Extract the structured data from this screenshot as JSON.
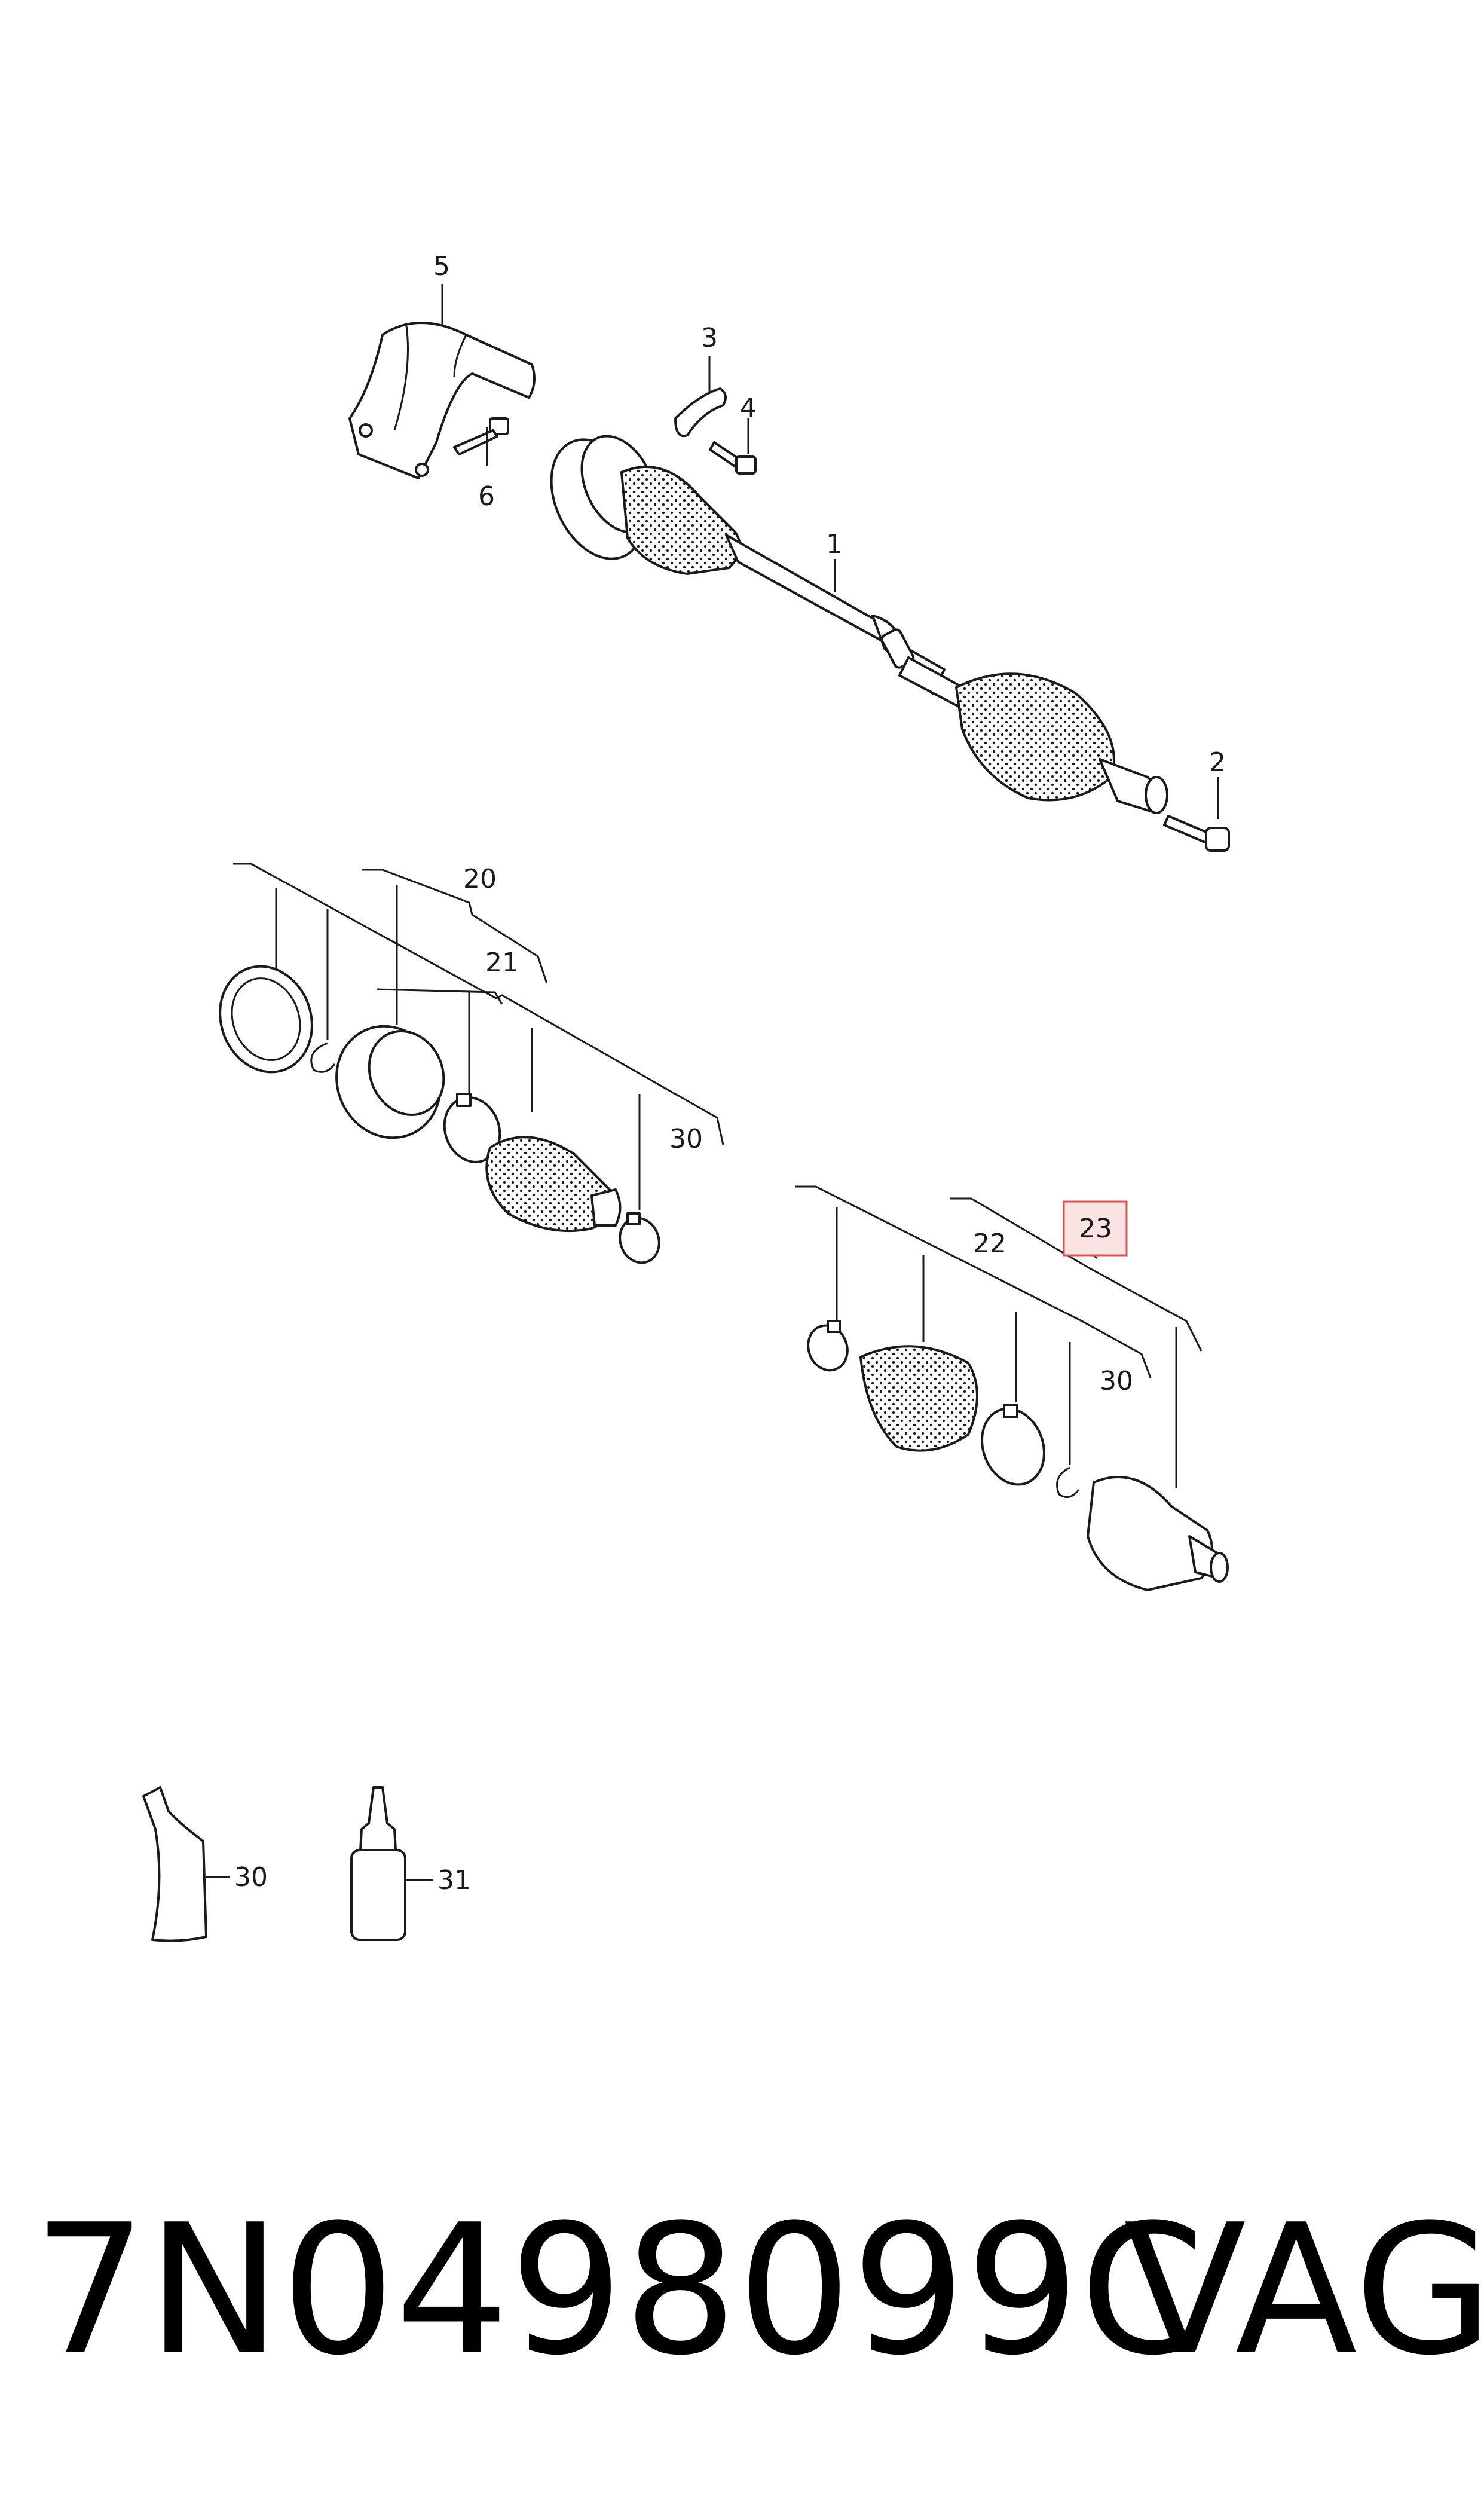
{
  "callouts": {
    "c1": "1",
    "c2": "2",
    "c3": "3",
    "c4": "4",
    "c5": "5",
    "c6": "6",
    "c20": "20",
    "c21": "21",
    "c30a": "30",
    "c22": "22",
    "c23": "23",
    "c30b": "30",
    "c30c": "30",
    "c31": "31"
  },
  "highlight": {
    "callout": "23",
    "fill": "#fbe3e3",
    "stroke": "#d9534f"
  },
  "footer": {
    "part_number": "7N0498099C",
    "brand": "VAG"
  }
}
